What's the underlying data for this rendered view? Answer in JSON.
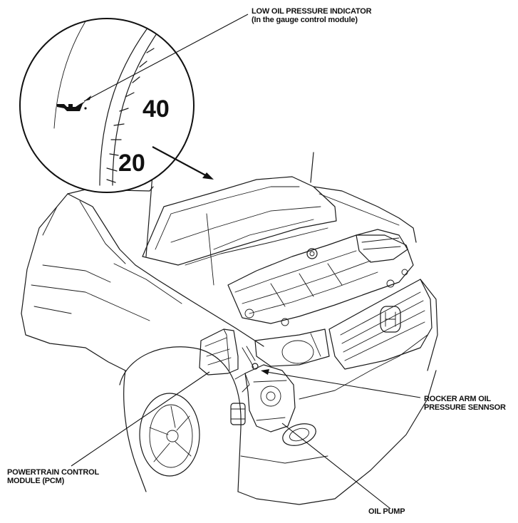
{
  "callouts": {
    "low_oil_indicator": {
      "line1": "LOW OIL PRESSURE INDICATOR",
      "line2": "(In the gauge control module)"
    },
    "rocker_arm_sensor": {
      "line1": "ROCKER ARM OIL",
      "line2": "PRESSURE SENNSOR"
    },
    "pcm": {
      "line1": "POWERTRAIN CONTROL",
      "line2": "MODULE (PCM)"
    },
    "oil_pump": {
      "line1": "OIL PUMP"
    }
  },
  "gauge": {
    "upper_number": "40",
    "lower_number": "20",
    "icon": "oil-can-icon"
  },
  "colors": {
    "ink": "#111111",
    "paper": "#ffffff"
  }
}
